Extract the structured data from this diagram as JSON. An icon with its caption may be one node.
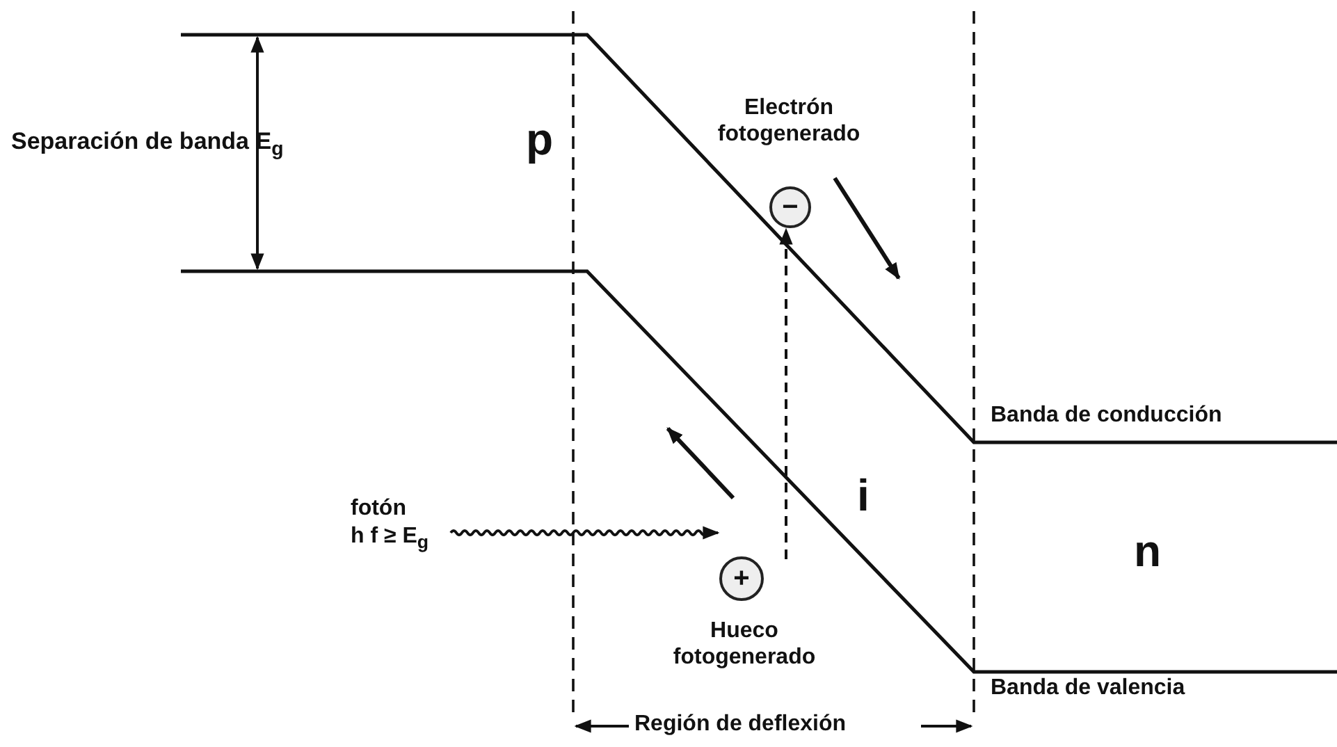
{
  "diagram": {
    "nodes": [
      {
        "text": [
          "−"
        ],
        "beside": [
          "Electrón fotogenerado"
        ]
      },
      {
        "text": [
          "+"
        ],
        "beside": [
          "Hueco fotogenerado"
        ]
      },
      {
        "text": [
          "fotón",
          "h f ≥ E$_{g}$"
        ]
      }
    ],
    "edges": [
      {
        "from": 1,
        "to": 0,
        "arrow": "to",
        "style": "dashed"
      },
      {
        "from": 2,
        "to": 1,
        "arrow": "to"
      }
    ],
    "labels": [
      "Separación de banda  E$_{g}$",
      "p",
      "i",
      "n",
      "Banda de conducción",
      "Banda de valencia",
      "Región de deflexión"
    ]
  }
}
